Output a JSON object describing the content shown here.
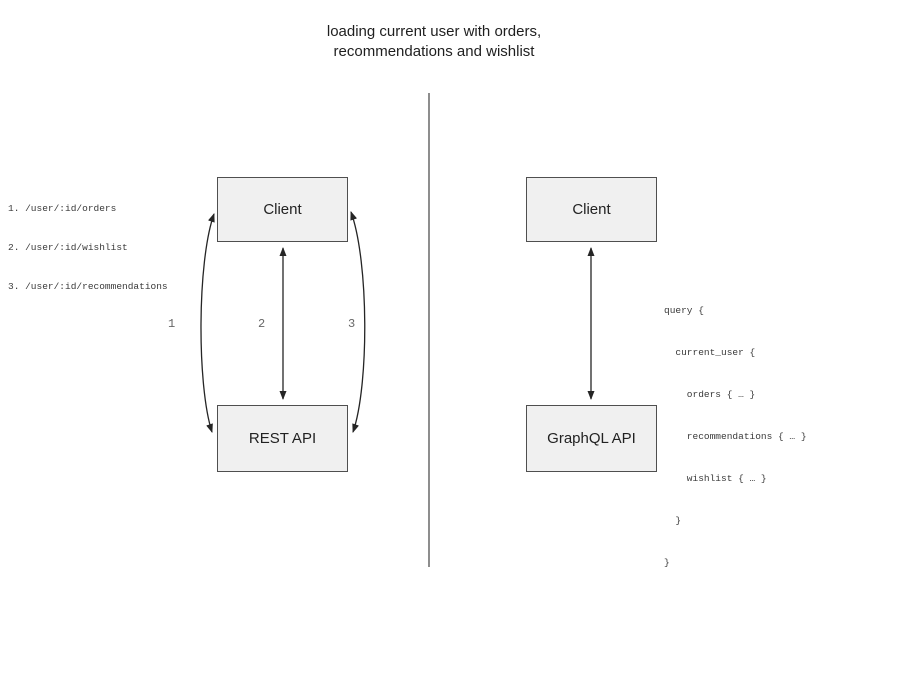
{
  "title": {
    "line1": "loading current user with orders,",
    "line2": "recommendations and wishlist"
  },
  "left_panel": {
    "endpoints": [
      "1. /user/:id/orders",
      "2. /user/:id/wishlist",
      "3. /user/:id/recommendations"
    ],
    "client_label": "Client",
    "api_label": "REST API",
    "arrow_labels": [
      "1",
      "2",
      "3"
    ]
  },
  "right_panel": {
    "client_label": "Client",
    "api_label": "GraphQL API",
    "query_lines": [
      "query {",
      "  current_user {",
      "    orders { … }",
      "    recommendations { … }",
      "    wishlist { … }",
      "  }",
      "}"
    ]
  },
  "colors": {
    "bg": "#ffffff",
    "ink": "#1f1f1f",
    "box-fill": "#f0f0f0",
    "box-border": "#4f4f4f",
    "arrow": "#252525",
    "divider": "#717171",
    "code-ink": "#3a3a3a",
    "label-ink": "#666666"
  }
}
